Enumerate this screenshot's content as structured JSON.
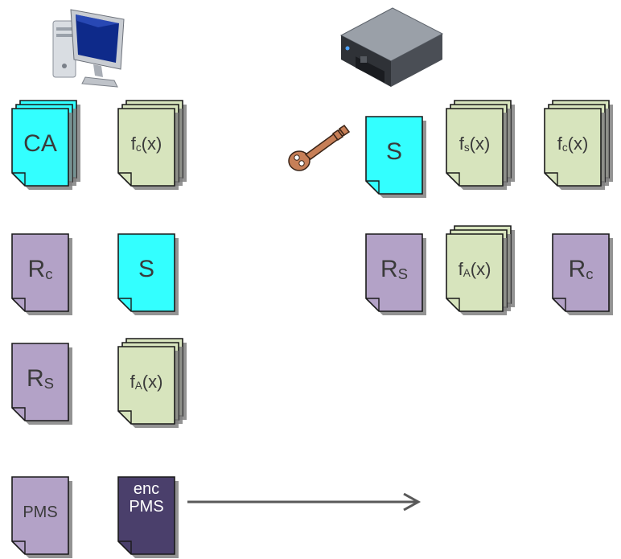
{
  "client": {
    "icon": "desktop-computer-icon",
    "docs": [
      {
        "id": "client-ca-cert",
        "stack": true,
        "kind": "cert",
        "text": "CA",
        "sub": ""
      },
      {
        "id": "client-fc-func",
        "stack": true,
        "kind": "func",
        "text": "f",
        "sub": "c",
        "suffix": "(x)"
      },
      {
        "id": "client-rc",
        "stack": false,
        "kind": "nonce",
        "text": "R",
        "sub": "c"
      },
      {
        "id": "client-s-cert",
        "stack": false,
        "kind": "cert",
        "text": "S",
        "sub": ""
      },
      {
        "id": "client-rs",
        "stack": false,
        "kind": "nonce",
        "text": "R",
        "sub": "S"
      },
      {
        "id": "client-fa-func",
        "stack": true,
        "kind": "func",
        "text": "f",
        "sub": "A",
        "suffix": "(x)"
      },
      {
        "id": "client-pms",
        "stack": false,
        "kind": "nonce",
        "text": "PMS",
        "sub": ""
      },
      {
        "id": "client-enc-pms",
        "stack": false,
        "kind": "encrypted",
        "text": "enc",
        "line2": "PMS"
      }
    ]
  },
  "server": {
    "icon": "server-icon",
    "key_icon": "private-key-icon",
    "docs": [
      {
        "id": "server-s-cert",
        "stack": false,
        "kind": "cert",
        "text": "S",
        "sub": ""
      },
      {
        "id": "server-fs-func",
        "stack": true,
        "kind": "func",
        "text": "f",
        "sub": "s",
        "suffix": "(x)"
      },
      {
        "id": "server-fc-func",
        "stack": true,
        "kind": "func",
        "text": "f",
        "sub": "c",
        "suffix": "(x)"
      },
      {
        "id": "server-rs",
        "stack": false,
        "kind": "nonce",
        "text": "R",
        "sub": "S"
      },
      {
        "id": "server-fa-func",
        "stack": true,
        "kind": "func",
        "text": "f",
        "sub": "A",
        "suffix": "(x)"
      },
      {
        "id": "server-rc",
        "stack": false,
        "kind": "nonce",
        "text": "R",
        "sub": "c"
      }
    ]
  },
  "arrow": {
    "from": "client-enc-pms",
    "direction": "right"
  },
  "colors": {
    "cert": "#33ffff",
    "func": "#d7e4bd",
    "nonce": "#b3a2c7",
    "encrypted": "#4a3f6b",
    "outline": "#1a1a1a",
    "shadow": "#808080",
    "arrow": "#595959",
    "key": "#c0704a"
  }
}
